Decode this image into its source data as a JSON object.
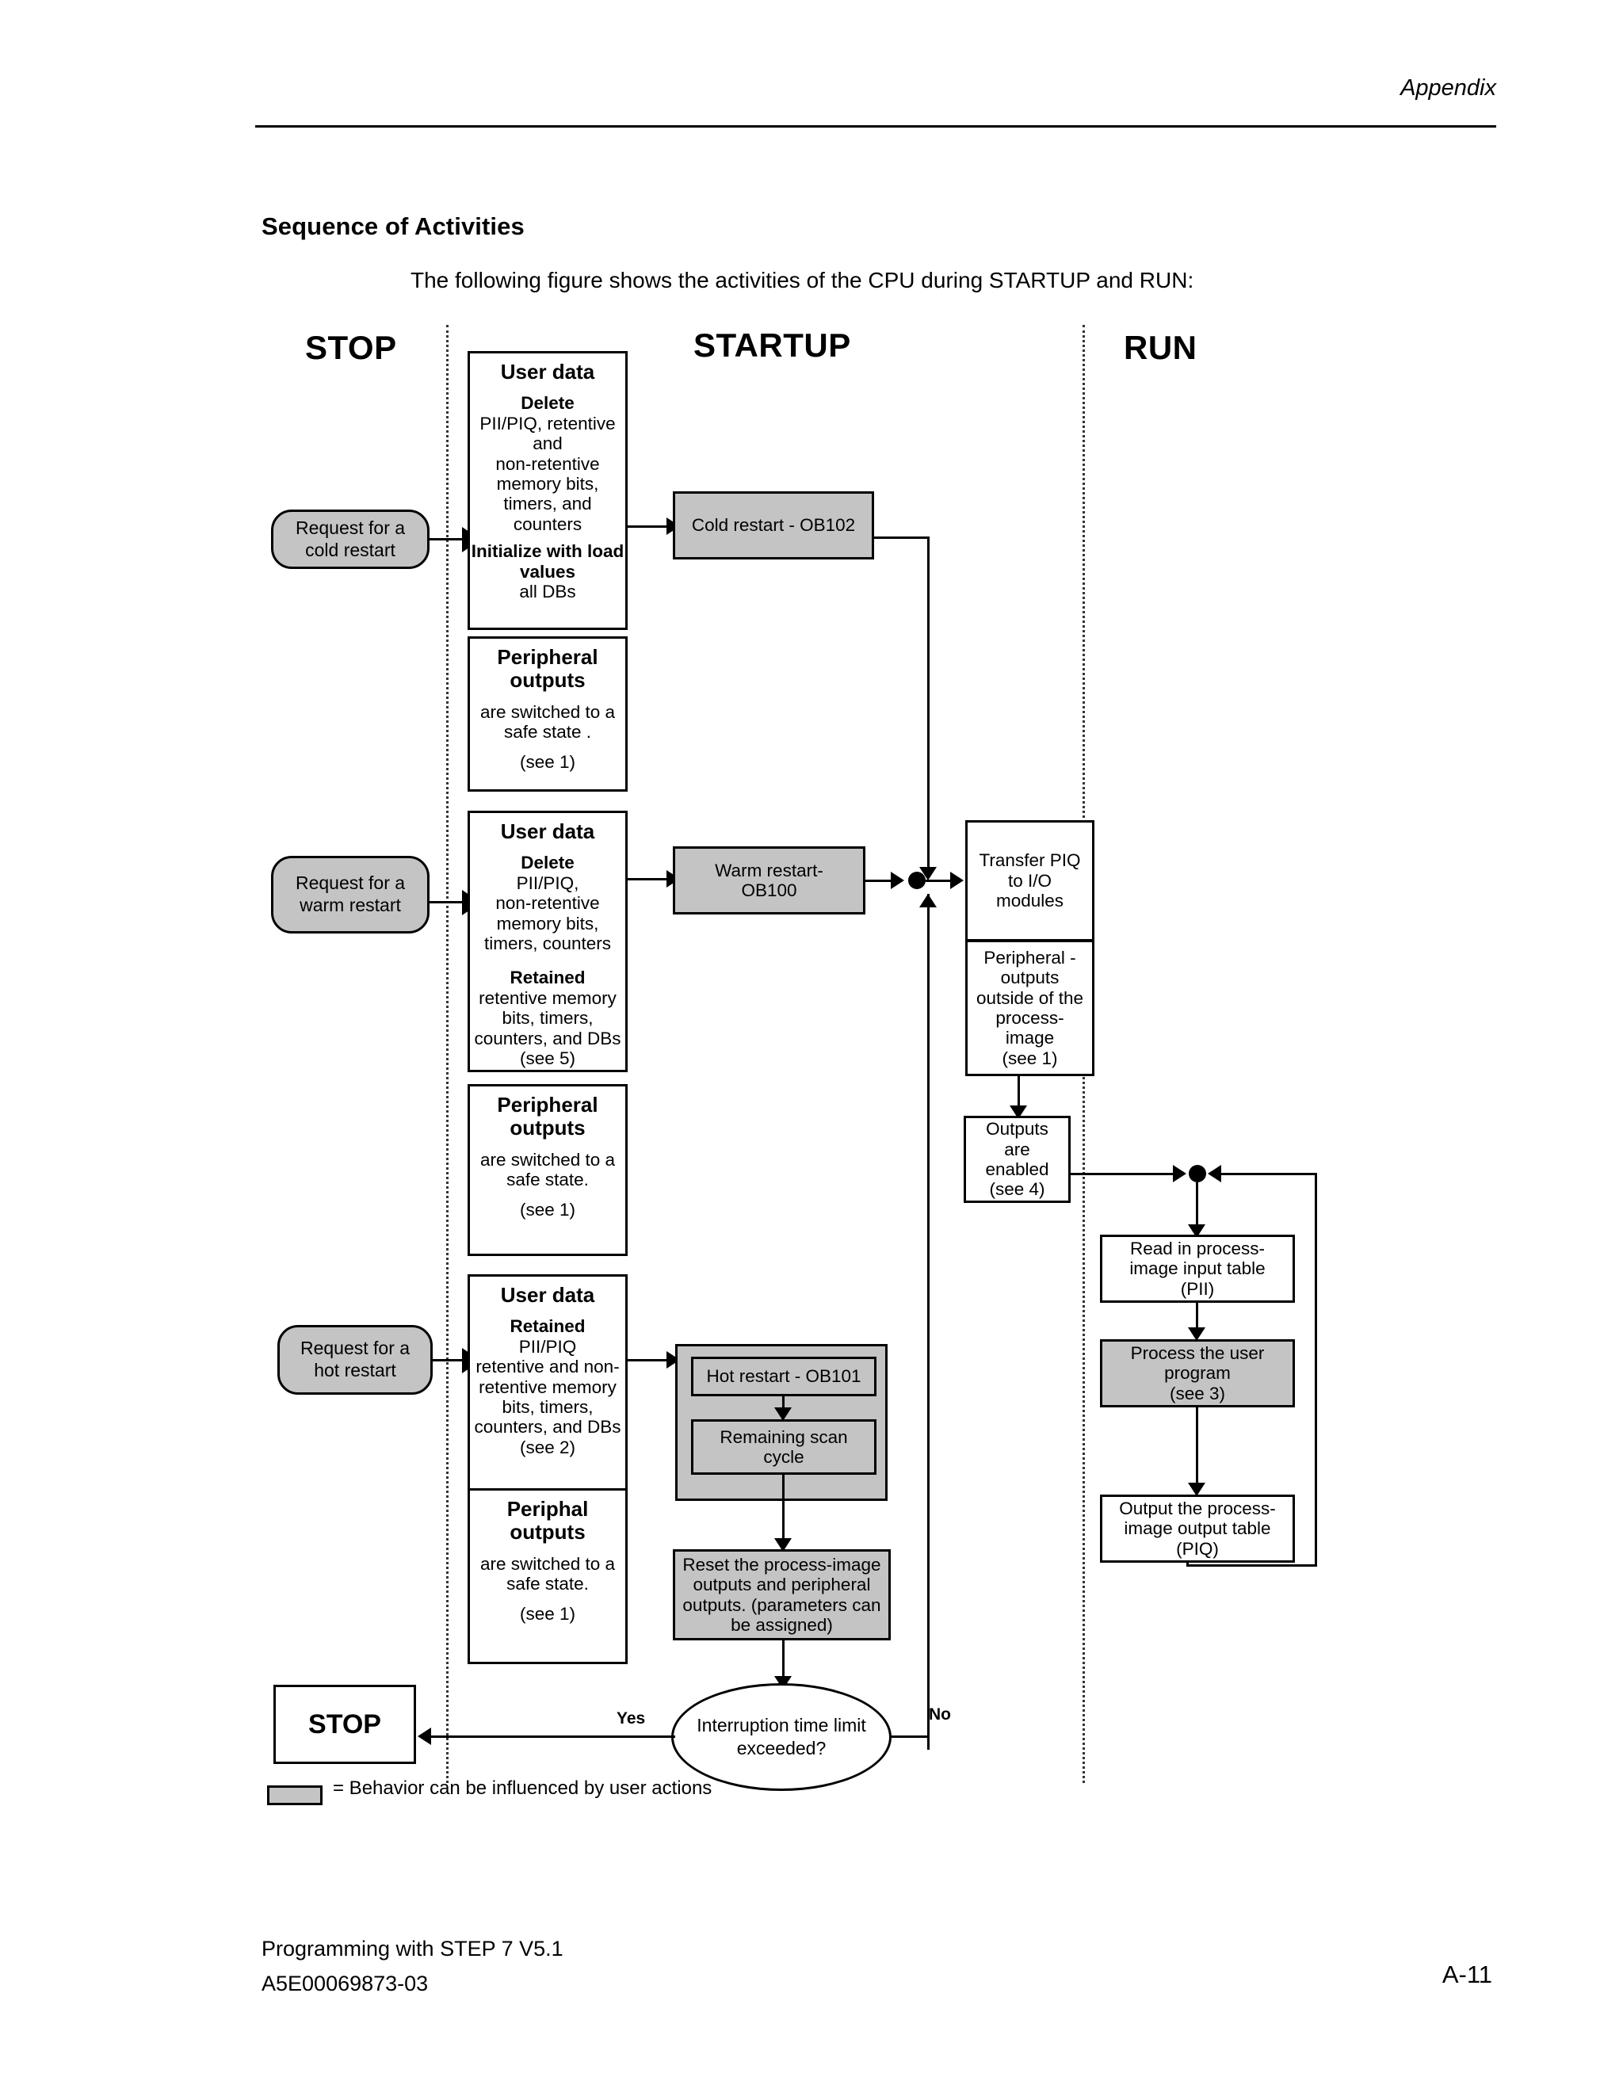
{
  "header": {
    "chapter": "Appendix"
  },
  "section": {
    "heading": "Sequence of Activities",
    "intro": "The following figure shows the activities of the CPU during STARTUP and RUN:"
  },
  "diagram": {
    "columns": [
      {
        "id": "stop",
        "label": "STOP"
      },
      {
        "id": "startup",
        "label": "STARTUP"
      },
      {
        "id": "run",
        "label": "RUN"
      }
    ],
    "terminators": [
      {
        "id": "request-cold-restart",
        "line1": "Request for a",
        "line2": "cold restart"
      },
      {
        "id": "request-warm-restart",
        "line1": "Request for a",
        "line2": "warm restart"
      },
      {
        "id": "request-hot-restart",
        "line1": "Request for a",
        "line2": "hot restart"
      }
    ],
    "stop_column": {
      "cold_user_data": {
        "title": "User data",
        "sub1": "Delete",
        "body1": "PII/PIQ, retentive\nand\nnon-retentive\nmemory bits,\ntimers, and\ncounters",
        "sub2": "Initialize with load\nvalues",
        "body2": "all DBs"
      },
      "cold_peripheral": {
        "title": "Peripheral\noutputs",
        "body": "are switched to a\nsafe state .",
        "note": "(see 1)"
      },
      "warm_user_data": {
        "title": "User data",
        "sub1": "Delete",
        "body1": "PII/PIQ,\nnon-retentive\nmemory bits,\ntimers, counters",
        "sub2": "Retained",
        "body2": "retentive memory\nbits, timers,\ncounters, and DBs\n(see 5)"
      },
      "warm_peripheral": {
        "title": "Peripheral\noutputs",
        "body": "are switched to a\nsafe state.",
        "note": "(see 1)"
      },
      "hot_user_data": {
        "title": "User data",
        "sub1": "Retained",
        "body1": "PII/PIQ\nretentive and non-\nretentive memory\nbits, timers,\ncounters, and DBs\n(see 2)"
      },
      "hot_peripheral": {
        "title": "Periphal\noutputs",
        "body": "are switched to a\nsafe state.",
        "note": "(see 1)"
      },
      "stop_state": {
        "label": "STOP"
      }
    },
    "startup_column": {
      "cold_restart": {
        "label": "Cold restart - OB102"
      },
      "warm_restart": {
        "label": "Warm restart-\nOB100"
      },
      "hot_restart": {
        "label": "Hot restart - OB101"
      },
      "remaining_scan": {
        "label": "Remaining scan\ncycle"
      },
      "reset_outputs": {
        "label": "Reset the process-image\noutputs and peripheral\noutputs. (parameters can\nbe assigned)"
      },
      "decision": {
        "label": "Interruption time limit\nexceeded?",
        "yes_label": "Yes",
        "no_label": "No"
      }
    },
    "run_column": {
      "transfer_piq": {
        "label": "Transfer PIQ\nto I/O\nmodules"
      },
      "peripheral_outside": {
        "label": "Peripheral -\noutputs\noutside of the\nprocess-\nimage\n(see 1)"
      },
      "outputs_enabled": {
        "label": "Outputs\nare\nenabled\n(see 4)"
      },
      "read_pii": {
        "label": "Read in process-\nimage input table\n(PII)"
      },
      "process_program": {
        "label": "Process the user\nprogram\n(see 3)"
      },
      "output_piq": {
        "label": "Output the process-\nimage output table\n(PIQ)"
      }
    },
    "legend": {
      "text": "= Behavior can be influenced by user actions",
      "swatch_color": "#c4c4c4"
    }
  },
  "footer": {
    "line1": "Programming with STEP 7 V5.1",
    "line2": "A5E00069873-03",
    "page": "A-11"
  }
}
